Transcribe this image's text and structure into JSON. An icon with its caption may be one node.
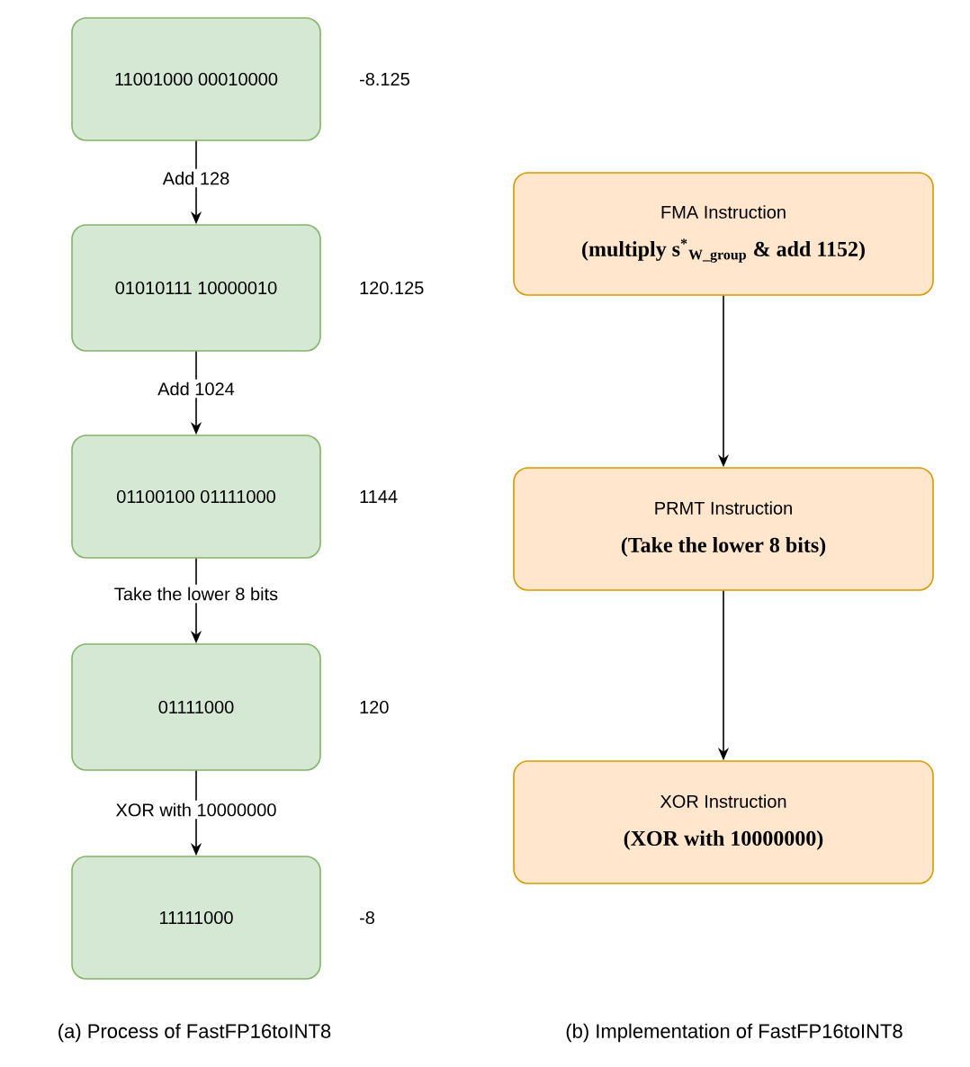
{
  "diagram": {
    "nodes": [
      {
        "text": [
          "11001000 00010000"
        ],
        "beside": [
          "-8.125"
        ]
      },
      {
        "text": [
          "01010111 10000010"
        ],
        "beside": [
          "120.125"
        ]
      },
      {
        "text": [
          "01100100 01111000"
        ],
        "beside": [
          "1144"
        ]
      },
      {
        "text": [
          "01111000"
        ],
        "beside": [
          "120"
        ]
      },
      {
        "text": [
          "11111000"
        ],
        "beside": [
          "-8"
        ]
      },
      {
        "text": [
          "FMA Instruction",
          "(multiply **s**$^{*}$$_{W_group}$ & add 1152)"
        ]
      },
      {
        "text": [
          "PRMT Instruction",
          "(Take the lower 8 bits)"
        ]
      },
      {
        "text": [
          "XOR Instruction",
          "(XOR with 10000000)"
        ]
      }
    ],
    "edges": [
      {
        "from": 0,
        "to": 1,
        "arrow": "to",
        "label": "Add 128"
      },
      {
        "from": 1,
        "to": 2,
        "arrow": "to",
        "label": "Add 1024"
      },
      {
        "from": 2,
        "to": 3,
        "arrow": "to",
        "label": "Take the lower 8 bits"
      },
      {
        "from": 3,
        "to": 4,
        "arrow": "to",
        "label": "XOR with 10000000"
      },
      {
        "from": 5,
        "to": 6,
        "arrow": "to"
      },
      {
        "from": 6,
        "to": 7,
        "arrow": "to"
      }
    ],
    "labels": [
      "(a) Process of FastFP16toINT8",
      "(b) Implementation of FastFP16toINT8"
    ]
  }
}
